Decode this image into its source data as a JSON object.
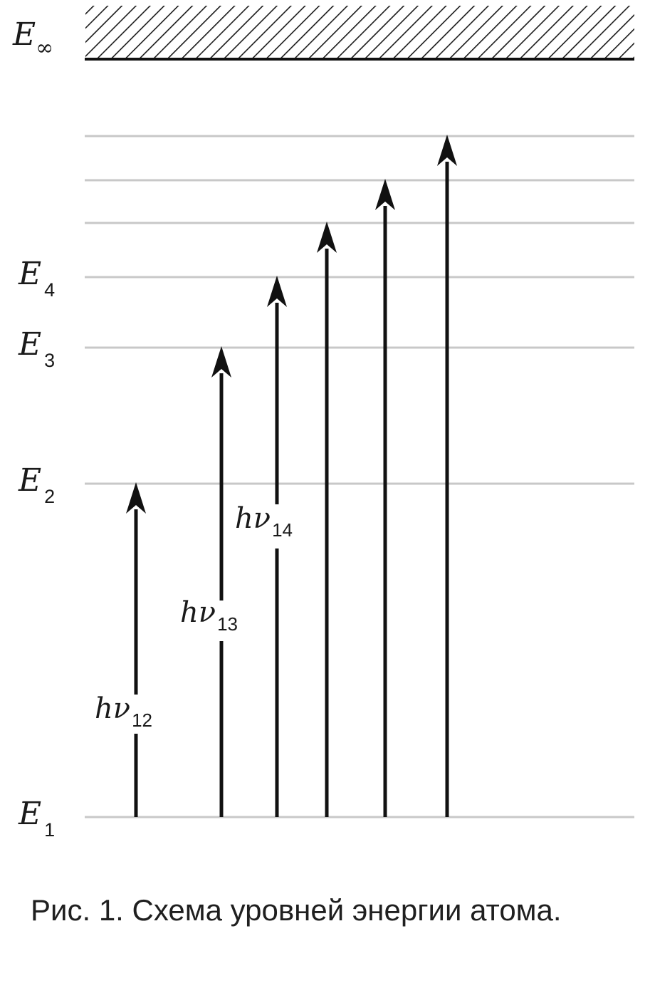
{
  "diagram": {
    "continuum_label": {
      "main": "E",
      "sub": "∞"
    },
    "levels": [
      {
        "main": "E",
        "sub": "1"
      },
      {
        "main": "E",
        "sub": "2"
      },
      {
        "main": "E",
        "sub": "3"
      },
      {
        "main": "E",
        "sub": "4"
      },
      {
        "main": "",
        "sub": ""
      },
      {
        "main": "",
        "sub": ""
      },
      {
        "main": "",
        "sub": ""
      }
    ],
    "transitions": [
      {
        "from": 1,
        "to": 2,
        "label_main": "hν",
        "label_sub": "12"
      },
      {
        "from": 1,
        "to": 3,
        "label_main": "hν",
        "label_sub": "13"
      },
      {
        "from": 1,
        "to": 4,
        "label_main": "hν",
        "label_sub": "14"
      },
      {
        "from": 1,
        "to": 5,
        "label_main": "",
        "label_sub": ""
      },
      {
        "from": 1,
        "to": 6,
        "label_main": "",
        "label_sub": ""
      },
      {
        "from": 1,
        "to": 7,
        "label_main": "",
        "label_sub": ""
      }
    ],
    "colors": {
      "level_line": "#c8c8c8",
      "arrow": "#111111",
      "hatch": "#1a1a1a"
    }
  },
  "caption": "Рис. 1. Схема уровней энергии атома."
}
